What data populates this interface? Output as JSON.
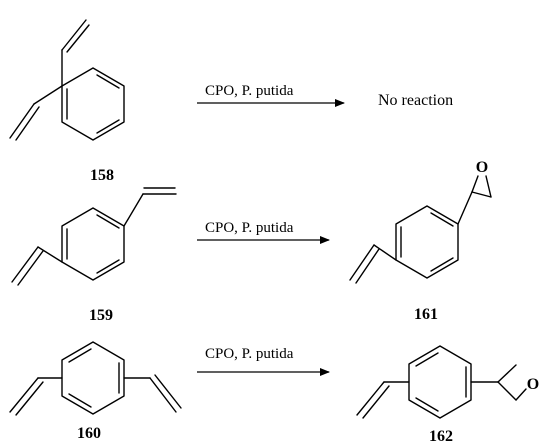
{
  "rows": [
    {
      "compound": "158",
      "reagents": "CPO, P. putida",
      "result": "No reaction"
    },
    {
      "compound": "159",
      "reagents": "CPO, P. putida",
      "product": "161",
      "epoxide_atom": "O"
    },
    {
      "compound": "160",
      "reagents": "CPO, P. putida",
      "product": "162",
      "epoxide_atom": "O"
    }
  ]
}
